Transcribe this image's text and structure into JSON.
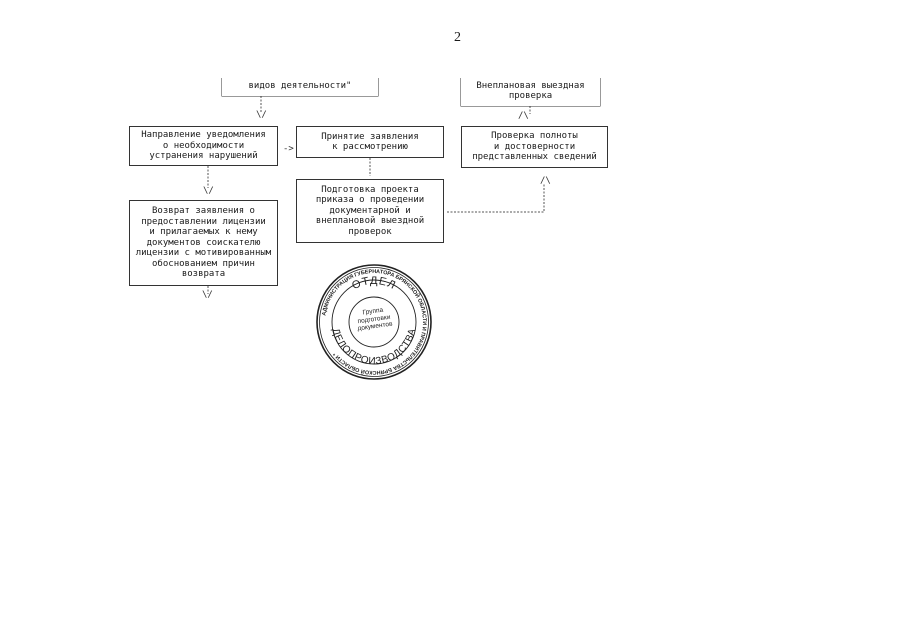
{
  "page": {
    "number": "2"
  },
  "boxes": {
    "top_left": "видов деятельности\"",
    "top_right": "Внеплановая выездная\nпроверка",
    "notice": "Направление уведомления\nо необходимости\nустранения нарушений",
    "accept": "Принятие заявления\nк рассмотрению",
    "check": "Проверка полноты\nи достоверности\nпредставленных сведений",
    "return": "Возврат заявления о\nпредоставлении лицензии\nи прилагаемых к нему\nдокументов соискателю\nлицензии с мотивированным\nобоснованием причин\nвозврата",
    "prepare": "Подготовка проекта\nприказа о проведении\nдокументарной и\nвнеплановой выездной\nпроверок"
  },
  "arrows": {
    "down": "\\/",
    "up": "/\\",
    "right": "->"
  },
  "stamp": {
    "center_text": "Группа подготовки документов",
    "mid_top": "ОТДЕЛ",
    "mid_bottom": "ДЕЛОПРОИЗВОДСТВА",
    "outer_text": "АДМИНИСТРАЦИЯ ГУБЕРНАТОРА БРЯНСКОЙ ОБЛАСТИ И ПРАВИТЕЛЬСТВА БРЯНСКОЙ ОБЛАСТИ *"
  }
}
